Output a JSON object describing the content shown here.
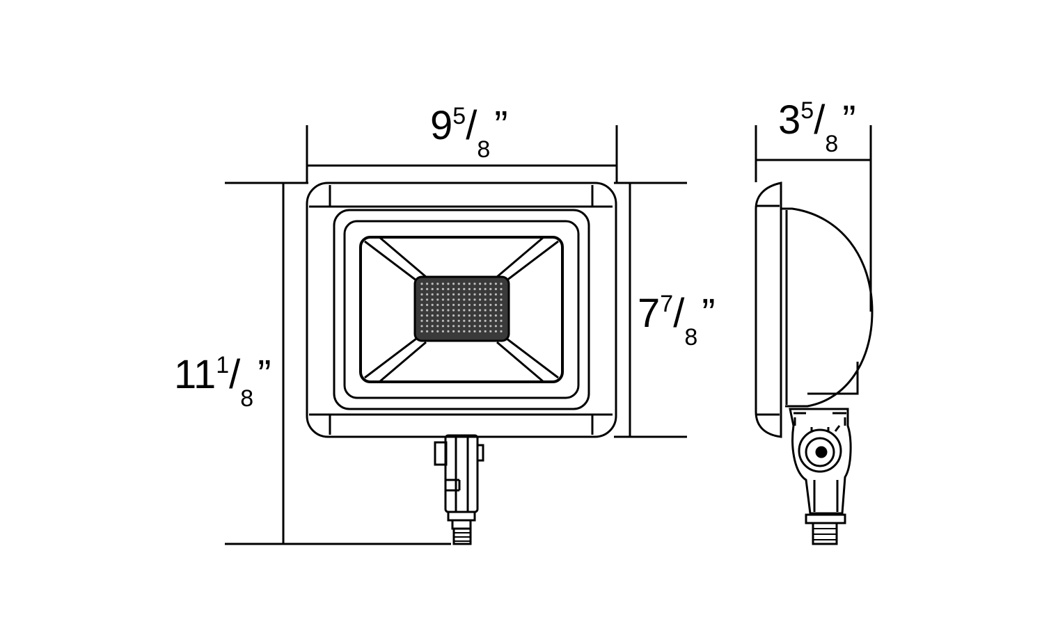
{
  "dimensions": {
    "width": {
      "whole": "9",
      "numerator": "5",
      "slash": "/",
      "denominator": "8",
      "unit": "”"
    },
    "overall_height": {
      "whole": "11",
      "numerator": "1",
      "slash": "/",
      "denominator": "8",
      "unit": "”"
    },
    "body_height": {
      "whole": "7",
      "numerator": "7",
      "slash": "/",
      "denominator": "8",
      "unit": "”"
    },
    "depth": {
      "whole": "3",
      "numerator": "5",
      "slash": "/",
      "denominator": "8",
      "unit": "”"
    }
  },
  "colors": {
    "line": "#000000",
    "background": "#ffffff",
    "led": "#3a3a3a"
  }
}
